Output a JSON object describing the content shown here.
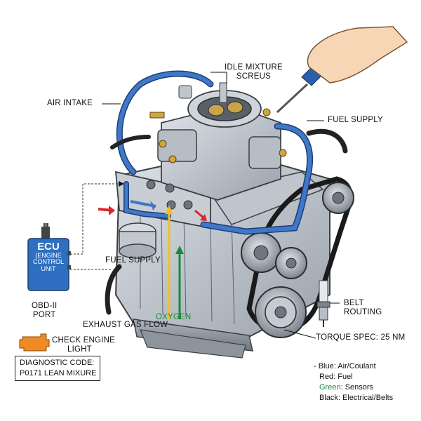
{
  "labels": {
    "idle_mixture": [
      "IDLE MIXTURE",
      "SCREUS"
    ],
    "air_intake": "AIR INTAKE",
    "fuel_supply_right": "FUEL SUPPLY",
    "fuel_supply_left": "FUEL SUPPLY",
    "belt_routing": [
      "BELT",
      "ROUTING"
    ],
    "exhaust_gas_flow": "EXHAUST GAS FLOW",
    "oxygen": "OXYGEN",
    "torque_spec": "TORQUE SPEC: 25 NM",
    "obd_port": [
      "OBD-II",
      "PORT"
    ]
  },
  "ecu": {
    "title": "ECU",
    "lines": [
      "(ENGINE",
      "CONTROL",
      "UNIT"
    ]
  },
  "check_engine": {
    "lines": [
      "CHECK ENGINE",
      "LIGHT"
    ],
    "color": "#f08a24"
  },
  "diagnostic": {
    "lines": [
      "DIAGNOSTIC CODE:",
      "P0171 LEAN MIXURE"
    ]
  },
  "legend": [
    {
      "text": "- Blue: Air/Coulant",
      "color": "#111111"
    },
    {
      "text": "Red: Fuel",
      "color": "#111111"
    },
    {
      "text": "Green:",
      "color": "#1a8a3a",
      "suffix": " Sensors"
    },
    {
      "text": "Black: Electrical/Belts",
      "color": "#111111"
    }
  ],
  "colors": {
    "air_coolant": "#2a5fb0",
    "fuel": "#d9262c",
    "sensors": "#1a8a3a",
    "electrical": "#111111",
    "ecu_fill": "#2e6fc2",
    "engine_metal": "#b8bec6",
    "yellow_sensor": "#f2c21b"
  }
}
